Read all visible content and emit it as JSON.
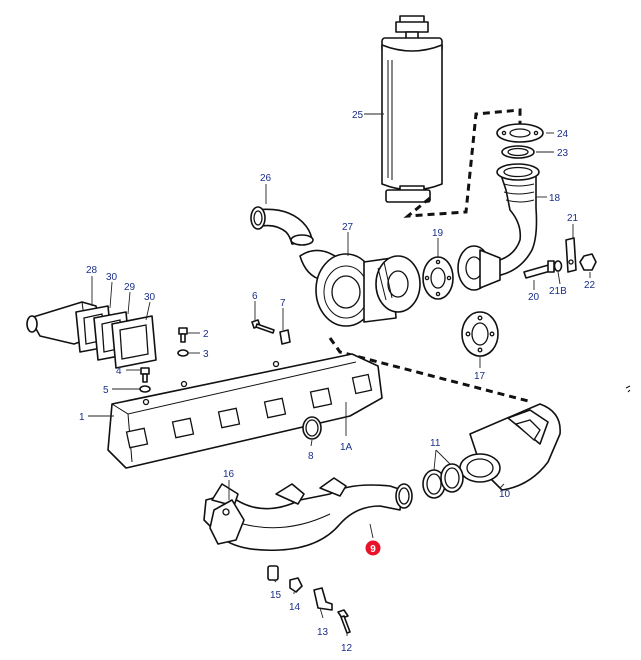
{
  "highlight_color": "#e8132b",
  "callout_color": "#1a2e8a",
  "callouts": {
    "p25": "25",
    "p24": "24",
    "p23": "23",
    "p18": "18",
    "p26": "26",
    "p27": "27",
    "p19": "19",
    "p21": "21",
    "p20": "20",
    "p21b": "21B",
    "p22": "22",
    "p17": "17",
    "p28": "28",
    "p30a": "30",
    "p29": "29",
    "p30b": "30",
    "p6": "6",
    "p7": "7",
    "p2": "2",
    "p3": "3",
    "p4": "4",
    "p5": "5",
    "p1": "1",
    "p8": "8",
    "p1a": "1A",
    "p11": "11",
    "p10": "10",
    "p16": "16",
    "p9": "9",
    "p15": "15",
    "p14": "14",
    "p13": "13",
    "p12": "12"
  }
}
